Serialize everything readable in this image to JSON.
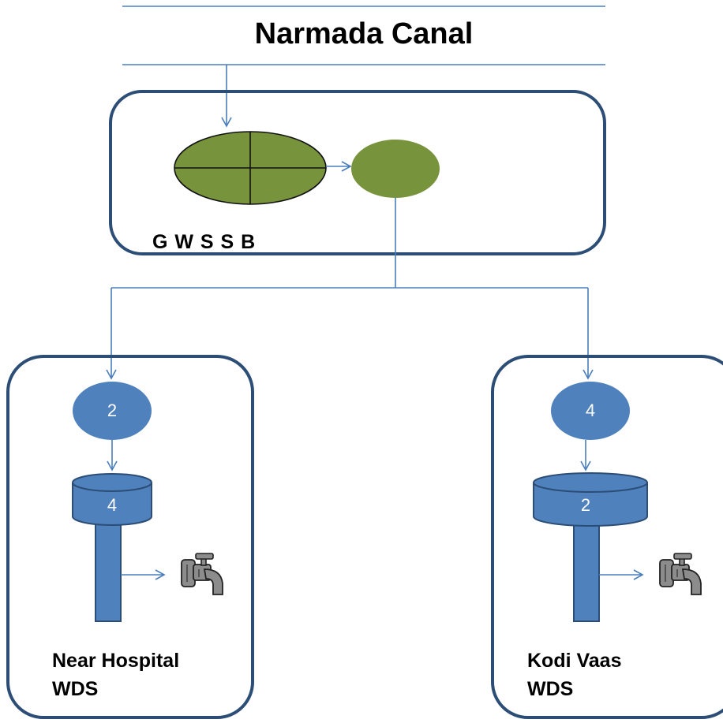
{
  "title": "Narmada Canal",
  "plant": {
    "label": "G W S S B"
  },
  "left_station": {
    "node_value": "2",
    "tank_value": "4",
    "name_line1": "Near Hospital",
    "name_line2": "WDS"
  },
  "right_station": {
    "node_value": "4",
    "tank_value": "2",
    "name_line1": "Kodi Vaas",
    "name_line2": "WDS"
  },
  "colors": {
    "line": "#4a7ebb",
    "border": "#2c4d75",
    "green_fill": "#77933c",
    "blue_fill": "#4f81bd",
    "tap_gray": "#8c8c8c"
  }
}
